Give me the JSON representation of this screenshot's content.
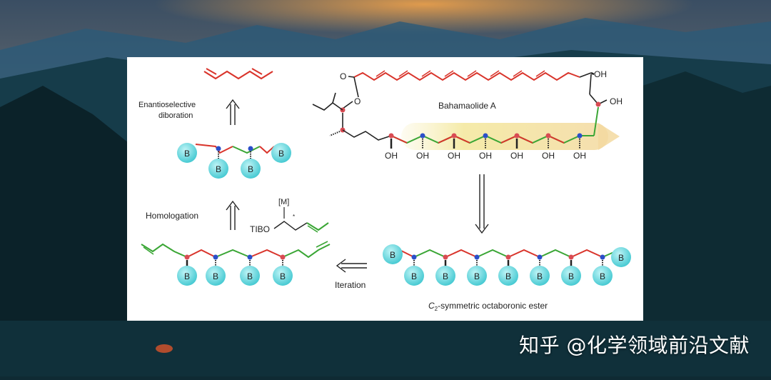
{
  "figure": {
    "label_enantio": "Enantioselective",
    "label_diboration": "diboration",
    "label_homologation": "Homologation",
    "label_iteration": "Iteration",
    "reagent_metal": "[M]",
    "reagent_group": "TIBO",
    "reagent_star": "*",
    "product_name": "Bahamaolide A",
    "ester_italic": "C",
    "ester_sub": "2",
    "ester_rest": "-symmetric octaboronic ester",
    "boron": "B",
    "oh": "OH",
    "carbonyl_o": "O"
  },
  "watermark": "知乎 @化学领域前沿文献",
  "colors": {
    "red": "#d9342b",
    "green": "#3aa635",
    "blue_atom": "#2b4fc9",
    "red_atom": "#d94b53",
    "boron_fill": "#5fd6dd",
    "highlight": "#f3e79a"
  }
}
